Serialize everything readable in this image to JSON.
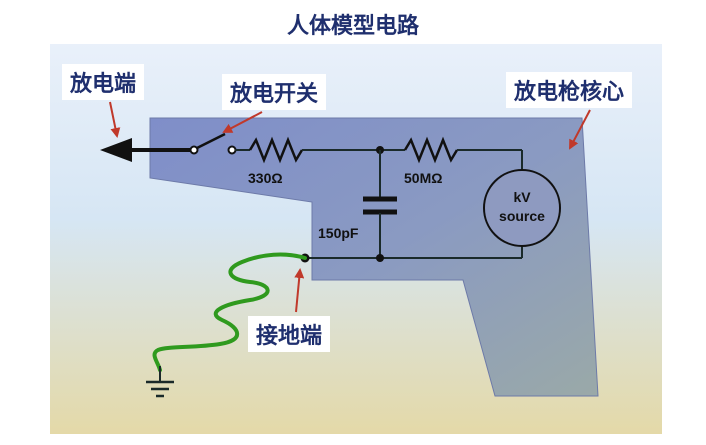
{
  "title": "人体模型电路",
  "labels": {
    "discharge_end": "放电端",
    "discharge_switch": "放电开关",
    "gun_core": "放电枪核心",
    "ground_end": "接地端"
  },
  "components": {
    "resistor_1": "330Ω",
    "resistor_2": "50MΩ",
    "capacitor": "150pF",
    "source_line1": "kV",
    "source_line2": "source"
  },
  "colors": {
    "title": "#1f2f6e",
    "gun_body": "#8b96c8",
    "wire": "#1a2a2a",
    "ground_wire": "#2f9a1e",
    "arrow": "#c0392b"
  }
}
